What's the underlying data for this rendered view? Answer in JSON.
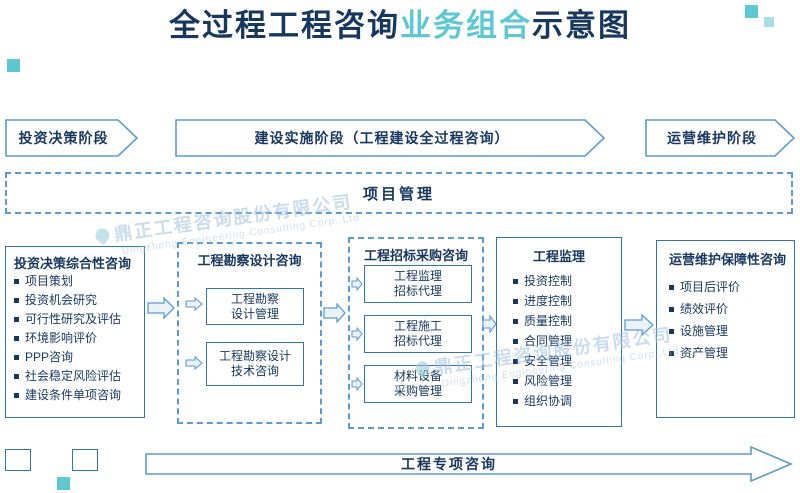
{
  "title": {
    "part1": "全过程工程咨询",
    "part2": "业务组合",
    "part3": "示意图"
  },
  "phase_banners": [
    {
      "label": "投资决策阶段"
    },
    {
      "label": "建设实施阶段（工程建设全过程咨询）"
    },
    {
      "label": "运营维护阶段"
    }
  ],
  "project_management_label": "项目管理",
  "columns": [
    {
      "title": "投资决策综合性咨询",
      "items": [
        "项目策划",
        "投资机会研究",
        "可行性研究及评估",
        "环境影响评价",
        "PPP咨询",
        "社会稳定风险评估",
        "建设条件单项咨询"
      ]
    },
    {
      "title": "工程勘察设计咨询",
      "boxes": [
        {
          "line1": "工程勘察",
          "line2": "设计管理"
        },
        {
          "line1": "工程勘察设计",
          "line2": "技术咨询"
        }
      ]
    },
    {
      "title": "工程招标采购咨询",
      "boxes": [
        {
          "line1": "工程监理",
          "line2": "招标代理"
        },
        {
          "line1": "工程施工",
          "line2": "招标代理"
        },
        {
          "line1": "材料设备",
          "line2": "采购管理"
        }
      ]
    },
    {
      "title": "工程监理",
      "items": [
        "投资控制",
        "进度控制",
        "质量控制",
        "合同管理",
        "安全管理",
        "风险管理",
        "组织协调"
      ]
    },
    {
      "title": "运营维护保障性咨询",
      "items": [
        "项目后评价",
        "绩效评价",
        "设施管理",
        "资产管理"
      ]
    }
  ],
  "bottom_banner_label": "工程专项咨询",
  "watermark": {
    "cn": "鼎正工程咨询股份有限公司",
    "en": "Dingzheng Engineering Consulting Corp.,Ltd"
  },
  "colors": {
    "navy": "#17375e",
    "teal": "#5ec8d2",
    "box_border_blue": "#2e75b6",
    "dashed_blue": "#5b9bd5",
    "arrow_stroke": "#5b9bd5"
  }
}
